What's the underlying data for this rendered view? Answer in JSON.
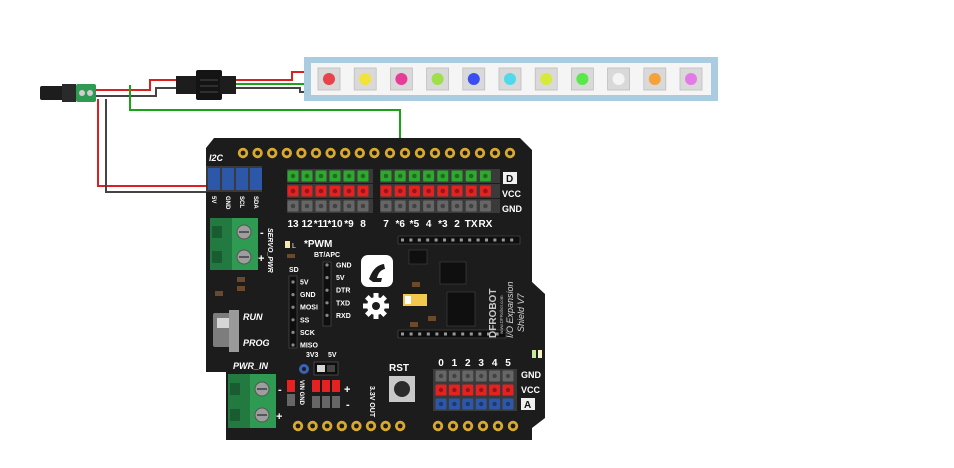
{
  "strip": {
    "led_colors": [
      "#e8424a",
      "#f2e23a",
      "#e73d98",
      "#9fe04a",
      "#3a4ff0",
      "#4fd9ea",
      "#d7ea3a",
      "#58e84a",
      "#f4f4f4",
      "#f5a23a",
      "#e37be6"
    ]
  },
  "board": {
    "top_label": "I2C",
    "i2c_pins": [
      "5V",
      "GND",
      "SCL",
      "SDA"
    ],
    "digital_letter": "D",
    "rail_vcc": "VCC",
    "rail_gnd": "GND",
    "digital_numbers": [
      "13",
      "12",
      "*11",
      "*10",
      "*9",
      "8",
      "7",
      "*6",
      "*5",
      "4",
      "*3",
      "2",
      "TX",
      "RX"
    ],
    "servo_label": "SERVO_PWR",
    "servo_minus": "-",
    "servo_plus": "+",
    "l_label": "L",
    "pwm_label": "*PWM",
    "bt_label": "BT/APC",
    "bt_pins": [
      "GND",
      "5V",
      "DTR",
      "TXD",
      "RXD"
    ],
    "sd_label": "SD",
    "sd_pins": [
      "5V",
      "GND",
      "MOSI",
      "SS",
      "SCK",
      "MISO"
    ],
    "run_label": "RUN",
    "prog_label": "PROG",
    "v3v3": "3V3",
    "v5v": "5V",
    "rst_label": "RST",
    "pwr_in_label": "PWR_IN",
    "pwr_minus": "-",
    "pwr_plus": "+",
    "vin_label": "VIN GND",
    "out_label": "3.3V OUT",
    "analog_numbers": [
      "0",
      "1",
      "2",
      "3",
      "4",
      "5"
    ],
    "analog_gnd": "GND",
    "analog_vcc": "VCC",
    "analog_letter": "A",
    "brand": "DFROBOT",
    "brand_url": "www.DFRobot.com",
    "model": "I/O Expansion",
    "model2": "Shield V7"
  },
  "colors": {
    "board": "#1c1c1c",
    "header_gold": "#d9a92e",
    "pin_green": "#2fa82f",
    "pin_red": "#e52222",
    "pin_gray": "#666666",
    "pin_blue": "#2d57a8",
    "terminal": "#2e9a52",
    "wire_red": "#dd1f1f",
    "wire_black": "#444444",
    "wire_green": "#19a319",
    "strip_frame": "#a9cce0"
  }
}
